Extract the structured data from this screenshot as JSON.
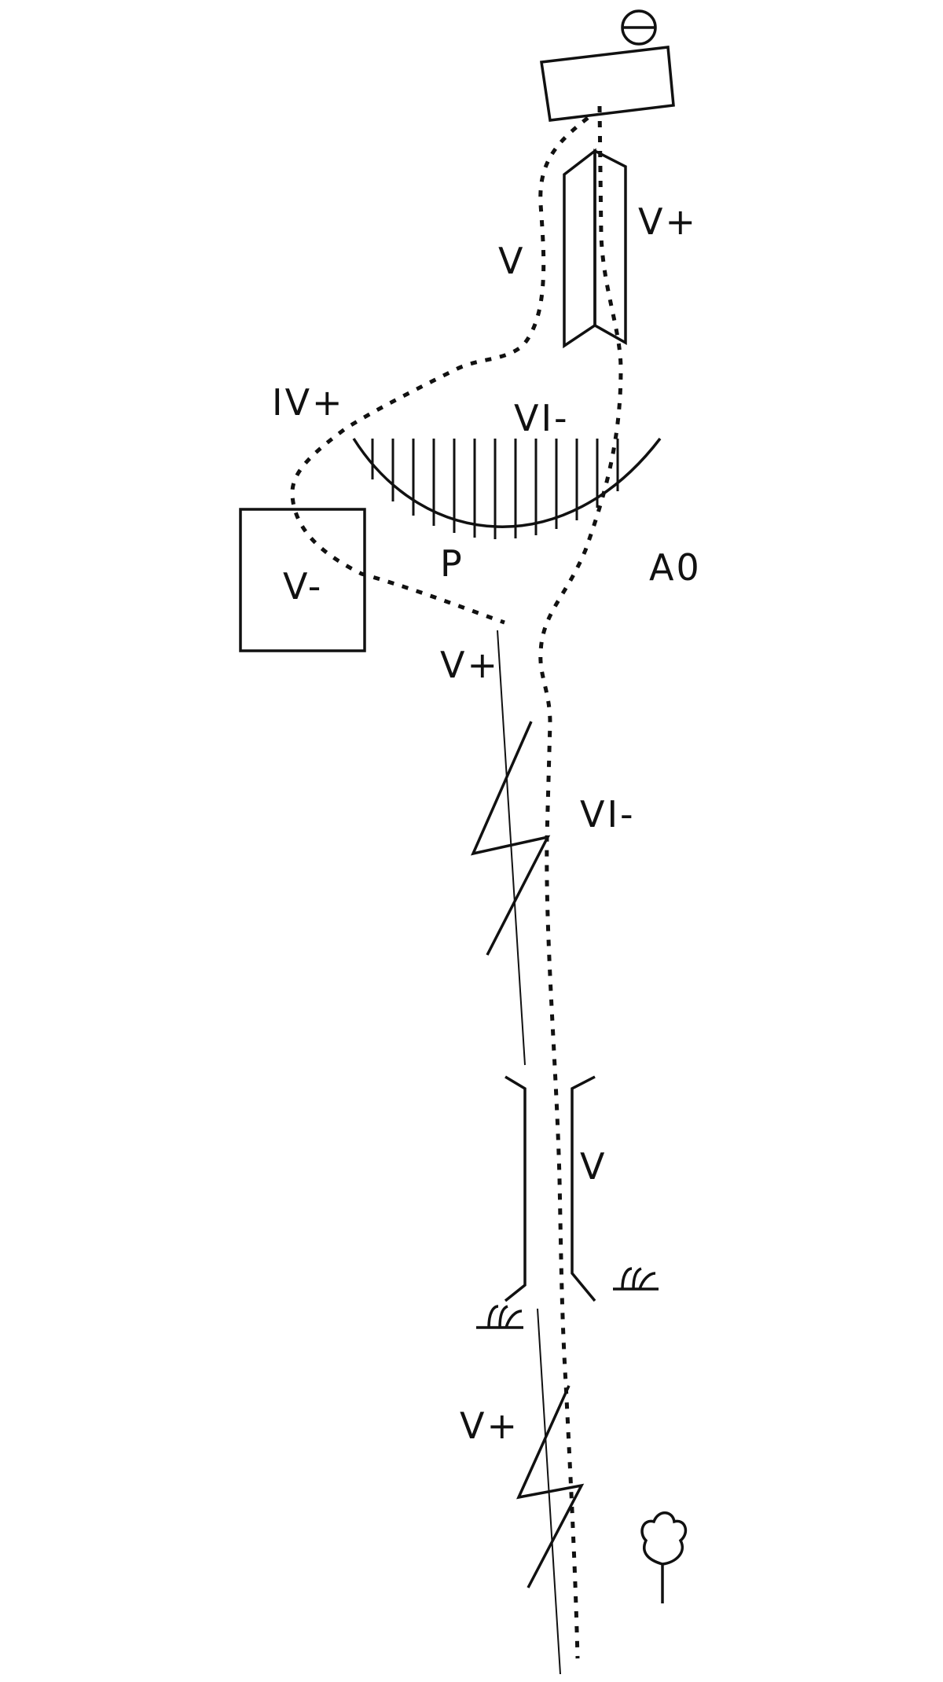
{
  "diagram": {
    "labels": {
      "v_plus_top": "V+",
      "v_top": "V",
      "iv_plus": "IV+",
      "vi_minus_top": "VI-",
      "v_minus_box": "V-",
      "p_label": "P",
      "a0": "A0",
      "v_plus_mid": "V+",
      "vi_minus_mid": "VI-",
      "v_gully": "V",
      "v_plus_bottom": "V+"
    },
    "icons": {
      "top": "belay-station-icon",
      "tree": "tree-icon",
      "grass": "grass-tuft-icon"
    },
    "stroke_color": "#111111",
    "background_color": "#ffffff"
  }
}
